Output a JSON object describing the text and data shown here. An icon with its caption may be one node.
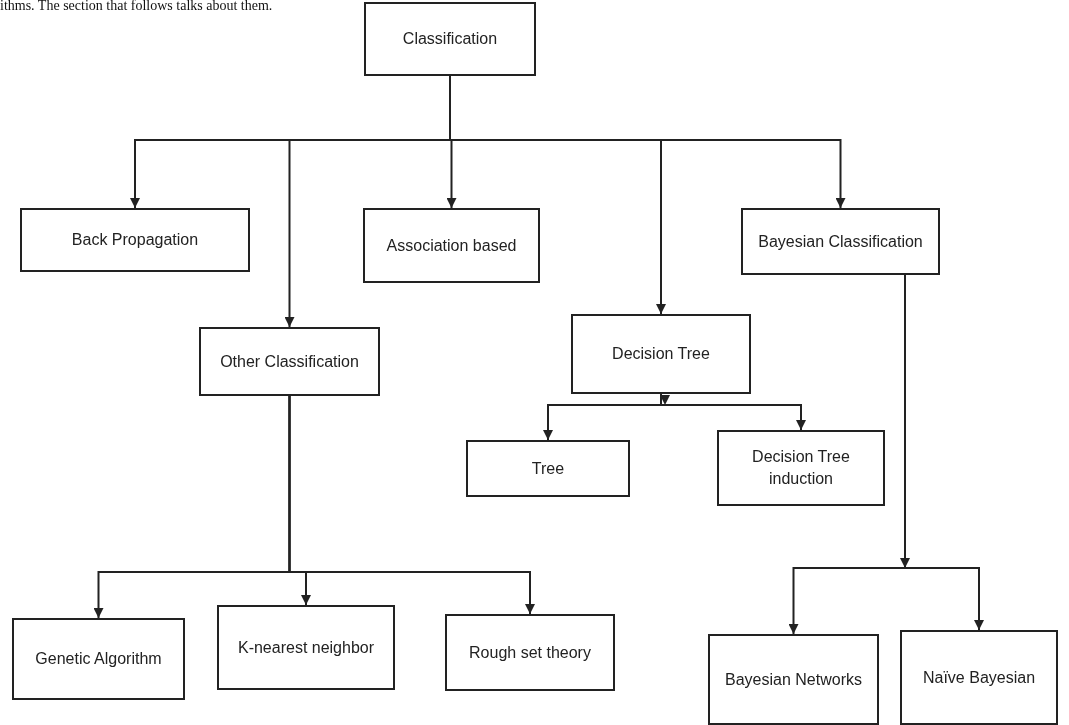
{
  "diagram": {
    "nodes": [
      {
        "text": [
          "Classification"
        ]
      },
      {
        "text": [
          "Back Propagation"
        ]
      },
      {
        "text": [
          "Association based"
        ]
      },
      {
        "text": [
          "Bayesian Classification"
        ]
      },
      {
        "text": [
          "Other Classification"
        ]
      },
      {
        "text": [
          "Decision Tree"
        ]
      },
      {
        "text": [
          "Tree"
        ]
      },
      {
        "text": [
          "Decision Tree induction"
        ]
      },
      {
        "text": [
          "Genetic Algorithm"
        ]
      },
      {
        "text": [
          "K-nearest neighbor"
        ]
      },
      {
        "text": [
          "Rough set theory"
        ]
      },
      {
        "text": [
          "Bayesian Networks"
        ]
      },
      {
        "text": [
          "Naïve Bayesian"
        ]
      }
    ],
    "edges": [
      {
        "from": 0,
        "to": 1,
        "arrow": "to"
      },
      {
        "from": 0,
        "to": 4,
        "arrow": "to"
      },
      {
        "from": 0,
        "to": 2,
        "arrow": "to"
      },
      {
        "from": 0,
        "to": 5,
        "arrow": "to"
      },
      {
        "from": 0,
        "to": 3,
        "arrow": "to"
      },
      {
        "from": 5,
        "to": 6,
        "arrow": "to"
      },
      {
        "from": 5,
        "to": 7,
        "arrow": "to"
      },
      {
        "from": 4,
        "to": 8,
        "arrow": "to"
      },
      {
        "from": 4,
        "to": 9,
        "arrow": "to"
      },
      {
        "from": 4,
        "to": 10,
        "arrow": "to"
      },
      {
        "from": 3,
        "to": 11,
        "arrow": "to"
      },
      {
        "from": 3,
        "to": 12,
        "arrow": "to"
      }
    ],
    "labels": [
      "ithms. The section that follows talks about them."
    ]
  }
}
